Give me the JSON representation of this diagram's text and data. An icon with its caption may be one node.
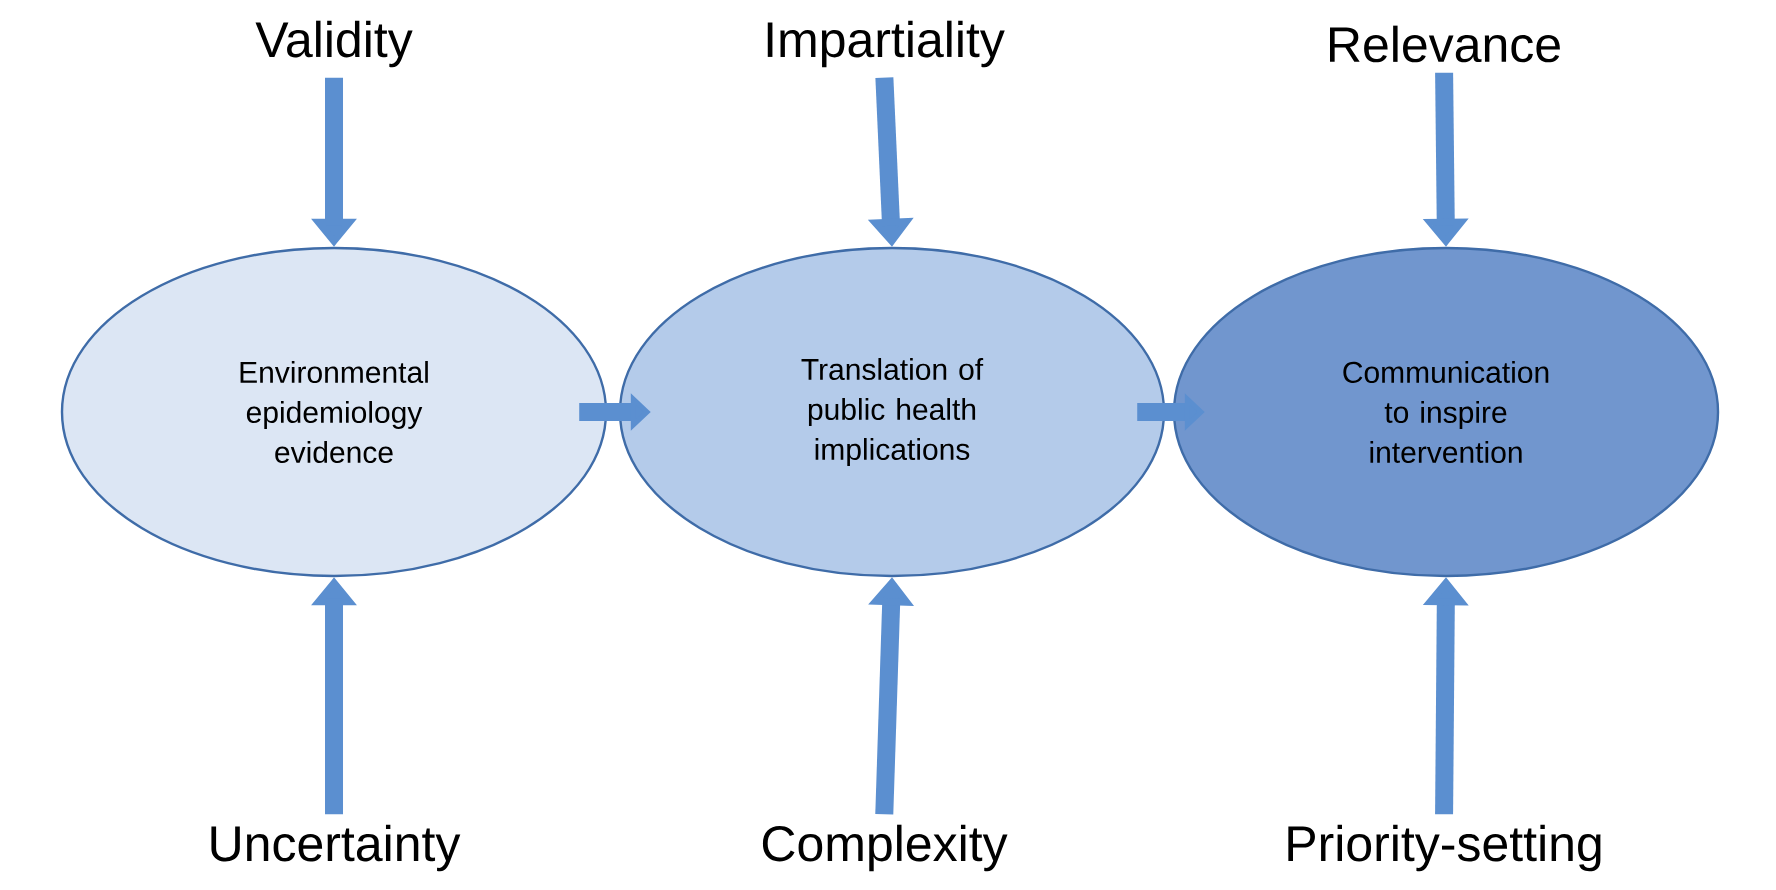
{
  "diagram": {
    "nodes": [
      {
        "text": [
          "Validity"
        ]
      },
      {
        "text": [
          "Impartiality"
        ]
      },
      {
        "text": [
          "Relevance"
        ]
      },
      {
        "text": [
          "Environmental epidemiology evidence"
        ]
      },
      {
        "text": [
          "Translation of public health implications"
        ]
      },
      {
        "text": [
          "Communication to inspire intervention"
        ]
      },
      {
        "text": [
          "Uncertainty"
        ]
      },
      {
        "text": [
          "Complexity"
        ]
      },
      {
        "text": [
          "Priority-setting"
        ]
      }
    ],
    "edges": [
      {
        "from": 0,
        "to": 3,
        "arrow": "to"
      },
      {
        "from": 1,
        "to": 4,
        "arrow": "to"
      },
      {
        "from": 2,
        "to": 5,
        "arrow": "to"
      },
      {
        "from": 3,
        "to": 4,
        "arrow": "to"
      },
      {
        "from": 4,
        "to": 5,
        "arrow": "to"
      },
      {
        "from": 6,
        "to": 3,
        "arrow": "to"
      },
      {
        "from": 7,
        "to": 4,
        "arrow": "to"
      },
      {
        "from": 8,
        "to": 5,
        "arrow": "to"
      }
    ]
  }
}
